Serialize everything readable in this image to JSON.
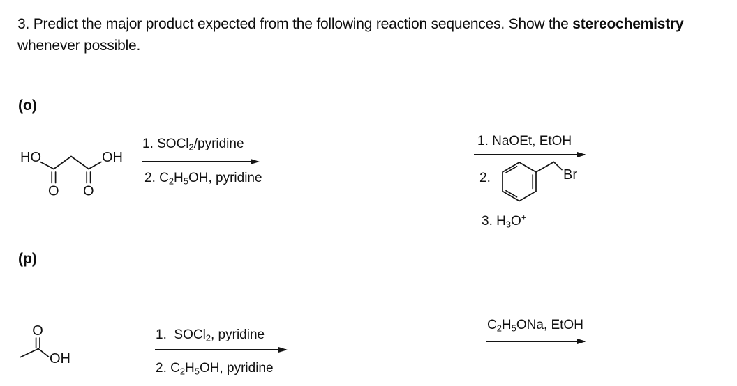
{
  "title": {
    "line1_prefix": "3. Predict the major product expected from the following reaction sequences. Show the ",
    "line1_bold": "stereochemistry",
    "line2": "whenever possible."
  },
  "part_o": {
    "label": "(o)",
    "reactant": {
      "name": "malonic acid",
      "labels": {
        "ho": "HO",
        "oh": "OH",
        "o_left": "O",
        "o_right": "O"
      }
    },
    "arrow1": {
      "above": [
        [
          "1. SOCl"
        ],
        [
          "2",
          "sub"
        ],
        [
          "/pyridine"
        ]
      ],
      "below": [
        [
          "2. C"
        ],
        [
          "2",
          "sub"
        ],
        [
          "H"
        ],
        [
          "5",
          "sub"
        ],
        [
          "OH, pyridine"
        ]
      ]
    },
    "arrow2": {
      "above": [
        [
          "1. NaOEt, EtOH"
        ]
      ],
      "step2_label": "2.",
      "reagent": {
        "name": "benzyl bromide",
        "labels": {
          "br": "Br"
        }
      },
      "step3": [
        [
          "3. H"
        ],
        [
          "3",
          "sub"
        ],
        [
          "O"
        ],
        [
          "+",
          "sup"
        ]
      ]
    }
  },
  "part_p": {
    "label": "(p)",
    "reactant": {
      "name": "acetic acid",
      "labels": {
        "o": "O",
        "oh": "OH"
      }
    },
    "arrow1": {
      "above": [
        [
          "1.  SOCl"
        ],
        [
          "2",
          "sub"
        ],
        [
          ", pyridine"
        ]
      ],
      "below": [
        [
          "2. C"
        ],
        [
          "2",
          "sub"
        ],
        [
          "H"
        ],
        [
          "5",
          "sub"
        ],
        [
          "OH, pyridine"
        ]
      ]
    },
    "arrow2": {
      "above": [
        [
          "C"
        ],
        [
          "2",
          "sub"
        ],
        [
          "H"
        ],
        [
          "5",
          "sub"
        ],
        [
          "ONa, EtOH"
        ]
      ]
    }
  }
}
